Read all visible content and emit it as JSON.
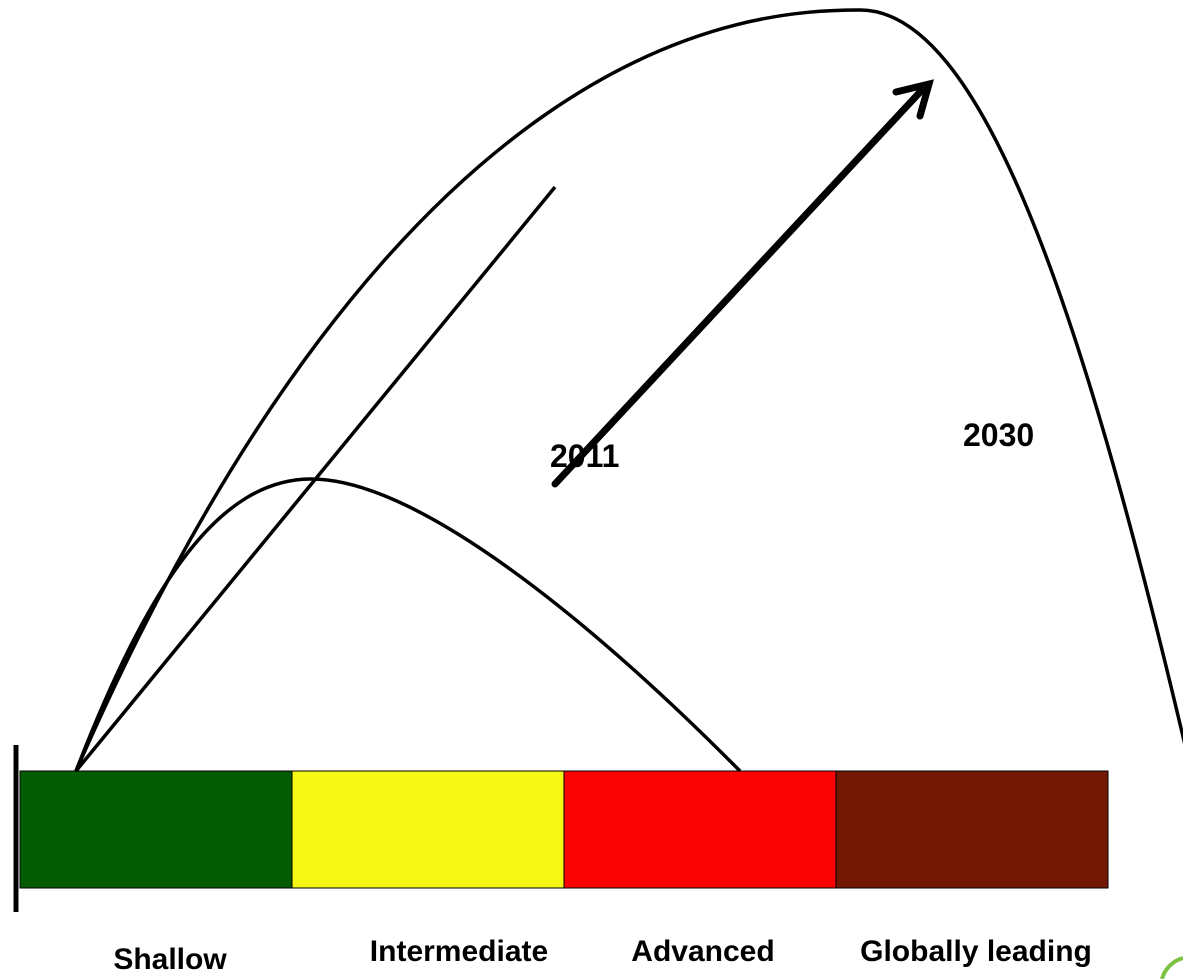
{
  "stages": [
    {
      "label": "Shallow",
      "color": "#035c04"
    },
    {
      "label": "Intermediate",
      "color": "#f4f814"
    },
    {
      "label": "Advanced",
      "color": "#fc0303"
    },
    {
      "label": "Globally leading",
      "color": "#731804"
    }
  ],
  "years": {
    "first": "2011",
    "second": "2030"
  },
  "colors": {
    "stroke": "#000000",
    "corner_accent": "#7cc242"
  }
}
